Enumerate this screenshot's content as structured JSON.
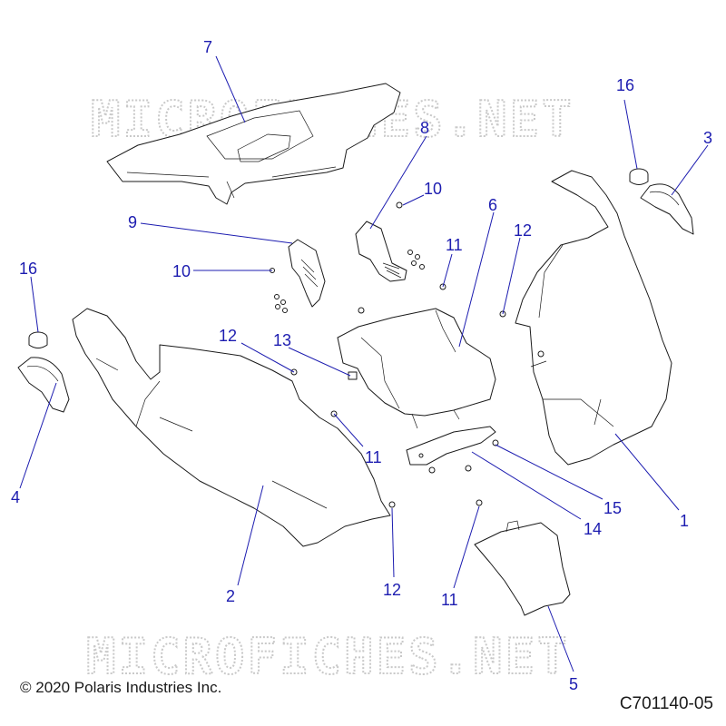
{
  "watermark": "MICROFICHES.NET",
  "copyright": "© 2020 Polaris Industries Inc.",
  "diagram_code": "C701140-05",
  "colors": {
    "callout": "#1c1cb0",
    "line": "#1a1a1a",
    "watermark": "#c9c9c9"
  },
  "callouts": [
    "1",
    "2",
    "3",
    "4",
    "5",
    "6",
    "7",
    "8",
    "9",
    "10",
    "10",
    "11",
    "11",
    "11",
    "12",
    "12",
    "12",
    "13",
    "14",
    "15",
    "16",
    "16"
  ]
}
